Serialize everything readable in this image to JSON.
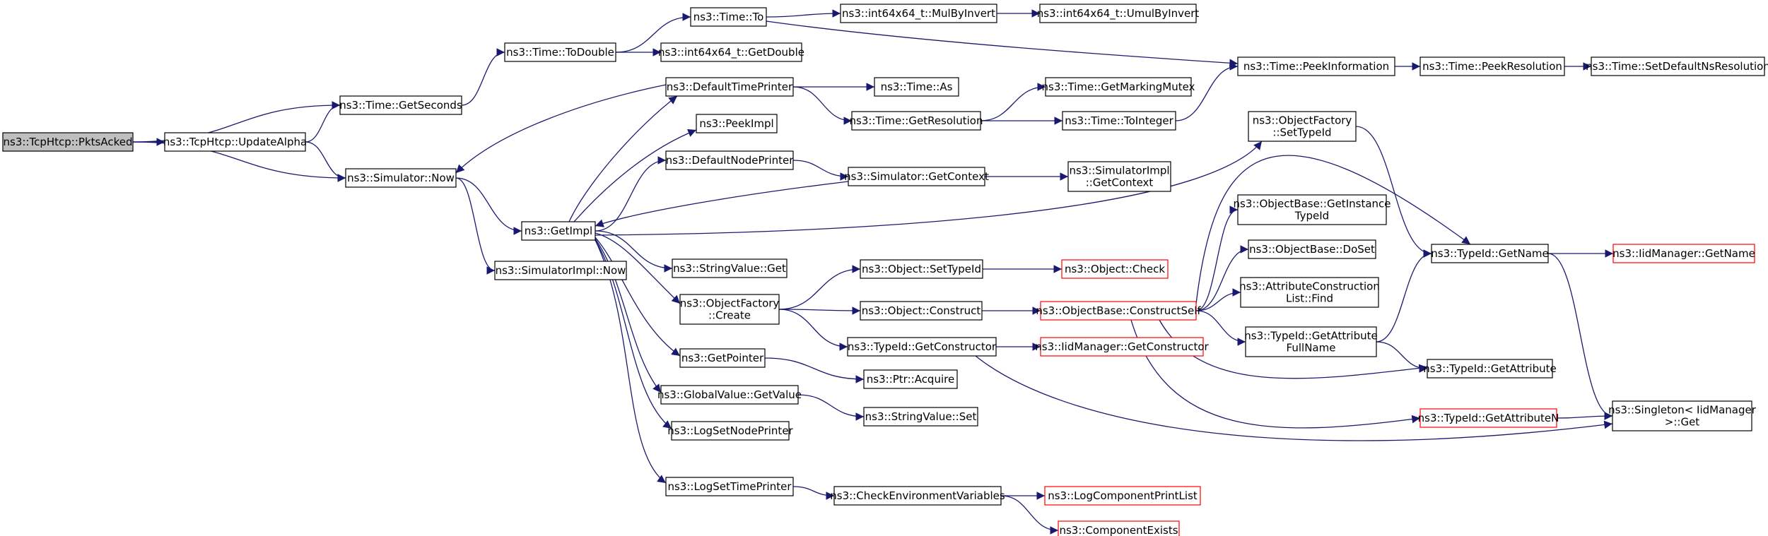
{
  "colors": {
    "edge": "#191970",
    "node_border": "#000000",
    "node_fill": "#ffffff",
    "root_fill": "#bfbfbf",
    "truncated_border": "#ff0000"
  },
  "nodes": [
    {
      "id": "n0",
      "lines": [
        "ns3::TcpHtcp::PktsAcked"
      ],
      "kind": "root"
    },
    {
      "id": "n1",
      "lines": [
        "ns3::Time::GetSeconds"
      ],
      "kind": "normal"
    },
    {
      "id": "n2",
      "lines": [
        "ns3::TcpHtcp::UpdateAlpha"
      ],
      "kind": "normal"
    },
    {
      "id": "n3",
      "lines": [
        "ns3::Simulator::Now"
      ],
      "kind": "normal"
    },
    {
      "id": "n4",
      "lines": [
        "ns3::Time::ToDouble"
      ],
      "kind": "normal"
    },
    {
      "id": "n5",
      "lines": [
        "ns3::Time::To"
      ],
      "kind": "normal"
    },
    {
      "id": "n6",
      "lines": [
        "ns3::int64x64_t::GetDouble"
      ],
      "kind": "normal"
    },
    {
      "id": "n7",
      "lines": [
        "ns3::int64x64_t::MulByInvert"
      ],
      "kind": "normal"
    },
    {
      "id": "n8",
      "lines": [
        "ns3::int64x64_t::UmulByInvert"
      ],
      "kind": "normal"
    },
    {
      "id": "n9",
      "lines": [
        "ns3::Time::PeekInformation"
      ],
      "kind": "normal"
    },
    {
      "id": "n10",
      "lines": [
        "ns3::Time::PeekResolution"
      ],
      "kind": "normal"
    },
    {
      "id": "n11",
      "lines": [
        "ns3::Time::SetDefaultNsResolution"
      ],
      "kind": "normal"
    },
    {
      "id": "n12",
      "lines": [
        "ns3::DefaultTimePrinter"
      ],
      "kind": "normal"
    },
    {
      "id": "n13",
      "lines": [
        "ns3::Time::As"
      ],
      "kind": "normal"
    },
    {
      "id": "n14",
      "lines": [
        "ns3::Time::GetMarkingMutex"
      ],
      "kind": "normal"
    },
    {
      "id": "n15",
      "lines": [
        "ns3::Time::GetResolution"
      ],
      "kind": "normal"
    },
    {
      "id": "n16",
      "lines": [
        "ns3::Time::ToInteger"
      ],
      "kind": "normal"
    },
    {
      "id": "n17",
      "lines": [
        "ns3::PeekImpl"
      ],
      "kind": "normal"
    },
    {
      "id": "n18",
      "lines": [
        "ns3::DefaultNodePrinter"
      ],
      "kind": "normal"
    },
    {
      "id": "n19",
      "lines": [
        "ns3::Simulator::GetContext"
      ],
      "kind": "normal"
    },
    {
      "id": "n20",
      "lines": [
        "ns3::SimulatorImpl",
        "::GetContext"
      ],
      "kind": "normal"
    },
    {
      "id": "n21",
      "lines": [
        "ns3::GetImpl"
      ],
      "kind": "normal"
    },
    {
      "id": "n22",
      "lines": [
        "ns3::SimulatorImpl::Now"
      ],
      "kind": "normal"
    },
    {
      "id": "n23",
      "lines": [
        "ns3::ObjectFactory",
        "::SetTypeId"
      ],
      "kind": "normal"
    },
    {
      "id": "n24",
      "lines": [
        "ns3::ObjectBase::GetInstance",
        "TypeId"
      ],
      "kind": "normal"
    },
    {
      "id": "n25",
      "lines": [
        "ns3::ObjectBase::DoSet"
      ],
      "kind": "normal"
    },
    {
      "id": "n26",
      "lines": [
        "ns3::TypeId::GetName"
      ],
      "kind": "normal"
    },
    {
      "id": "n27",
      "lines": [
        "ns3::IidManager::GetName"
      ],
      "kind": "truncated"
    },
    {
      "id": "n28",
      "lines": [
        "ns3::StringValue::Get"
      ],
      "kind": "normal"
    },
    {
      "id": "n29",
      "lines": [
        "ns3::Object::SetTypeId"
      ],
      "kind": "normal"
    },
    {
      "id": "n30",
      "lines": [
        "ns3::Object::Check"
      ],
      "kind": "truncated"
    },
    {
      "id": "n31",
      "lines": [
        "ns3::ObjectFactory",
        "::Create"
      ],
      "kind": "normal"
    },
    {
      "id": "n32",
      "lines": [
        "ns3::Object::Construct"
      ],
      "kind": "normal"
    },
    {
      "id": "n33",
      "lines": [
        "ns3::ObjectBase::ConstructSelf"
      ],
      "kind": "truncated"
    },
    {
      "id": "n34",
      "lines": [
        "ns3::AttributeConstruction",
        "List::Find"
      ],
      "kind": "normal"
    },
    {
      "id": "n35",
      "lines": [
        "ns3::TypeId::GetConstructor"
      ],
      "kind": "normal"
    },
    {
      "id": "n36",
      "lines": [
        "ns3::IidManager::GetConstructor"
      ],
      "kind": "truncated"
    },
    {
      "id": "n37",
      "lines": [
        "ns3::TypeId::GetAttribute",
        "FullName"
      ],
      "kind": "normal"
    },
    {
      "id": "n38",
      "lines": [
        "ns3::TypeId::GetAttribute"
      ],
      "kind": "normal"
    },
    {
      "id": "n39",
      "lines": [
        "ns3::GetPointer"
      ],
      "kind": "normal"
    },
    {
      "id": "n40",
      "lines": [
        "ns3::Ptr::Acquire"
      ],
      "kind": "normal"
    },
    {
      "id": "n41",
      "lines": [
        "ns3::GlobalValue::GetValue"
      ],
      "kind": "normal"
    },
    {
      "id": "n42",
      "lines": [
        "ns3::StringValue::Set"
      ],
      "kind": "normal"
    },
    {
      "id": "n43",
      "lines": [
        "ns3::LogSetNodePrinter"
      ],
      "kind": "normal"
    },
    {
      "id": "n44",
      "lines": [
        "ns3::TypeId::GetAttributeN"
      ],
      "kind": "truncated"
    },
    {
      "id": "n45",
      "lines": [
        "ns3::Singleton< IidManager",
        " >::Get"
      ],
      "kind": "normal"
    },
    {
      "id": "n46",
      "lines": [
        "ns3::LogSetTimePrinter"
      ],
      "kind": "normal"
    },
    {
      "id": "n47",
      "lines": [
        "ns3::CheckEnvironmentVariables"
      ],
      "kind": "normal"
    },
    {
      "id": "n48",
      "lines": [
        "ns3::LogComponentPrintList"
      ],
      "kind": "truncated"
    },
    {
      "id": "n49",
      "lines": [
        "ns3::ComponentExists"
      ],
      "kind": "truncated"
    }
  ],
  "edges": [
    [
      "n0",
      "n1"
    ],
    [
      "n0",
      "n2"
    ],
    [
      "n0",
      "n3"
    ],
    [
      "n2",
      "n1"
    ],
    [
      "n2",
      "n3"
    ],
    [
      "n1",
      "n4"
    ],
    [
      "n4",
      "n5"
    ],
    [
      "n4",
      "n6"
    ],
    [
      "n5",
      "n7"
    ],
    [
      "n5",
      "n9"
    ],
    [
      "n7",
      "n8"
    ],
    [
      "n9",
      "n10"
    ],
    [
      "n10",
      "n11"
    ],
    [
      "n3",
      "n21"
    ],
    [
      "n3",
      "n22"
    ],
    [
      "n12",
      "n3"
    ],
    [
      "n12",
      "n13"
    ],
    [
      "n12",
      "n15"
    ],
    [
      "n15",
      "n14"
    ],
    [
      "n15",
      "n16"
    ],
    [
      "n16",
      "n9"
    ],
    [
      "n21",
      "n12"
    ],
    [
      "n21",
      "n17"
    ],
    [
      "n21",
      "n18"
    ],
    [
      "n21",
      "n23"
    ],
    [
      "n21",
      "n28"
    ],
    [
      "n21",
      "n31"
    ],
    [
      "n21",
      "n39"
    ],
    [
      "n21",
      "n41"
    ],
    [
      "n21",
      "n43"
    ],
    [
      "n21",
      "n46"
    ],
    [
      "n18",
      "n19"
    ],
    [
      "n19",
      "n20"
    ],
    [
      "n19",
      "n21"
    ],
    [
      "n23",
      "n26"
    ],
    [
      "n26",
      "n27"
    ],
    [
      "n26",
      "n45"
    ],
    [
      "n31",
      "n29"
    ],
    [
      "n31",
      "n32"
    ],
    [
      "n31",
      "n35"
    ],
    [
      "n29",
      "n30"
    ],
    [
      "n32",
      "n33"
    ],
    [
      "n33",
      "n26"
    ],
    [
      "n33",
      "n24"
    ],
    [
      "n33",
      "n25"
    ],
    [
      "n33",
      "n34"
    ],
    [
      "n33",
      "n37"
    ],
    [
      "n33",
      "n38"
    ],
    [
      "n33",
      "n44"
    ],
    [
      "n37",
      "n26"
    ],
    [
      "n37",
      "n38"
    ],
    [
      "n44",
      "n45"
    ],
    [
      "n35",
      "n36"
    ],
    [
      "n35",
      "n45"
    ],
    [
      "n39",
      "n40"
    ],
    [
      "n41",
      "n42"
    ],
    [
      "n46",
      "n47"
    ],
    [
      "n47",
      "n48"
    ],
    [
      "n47",
      "n49"
    ]
  ]
}
